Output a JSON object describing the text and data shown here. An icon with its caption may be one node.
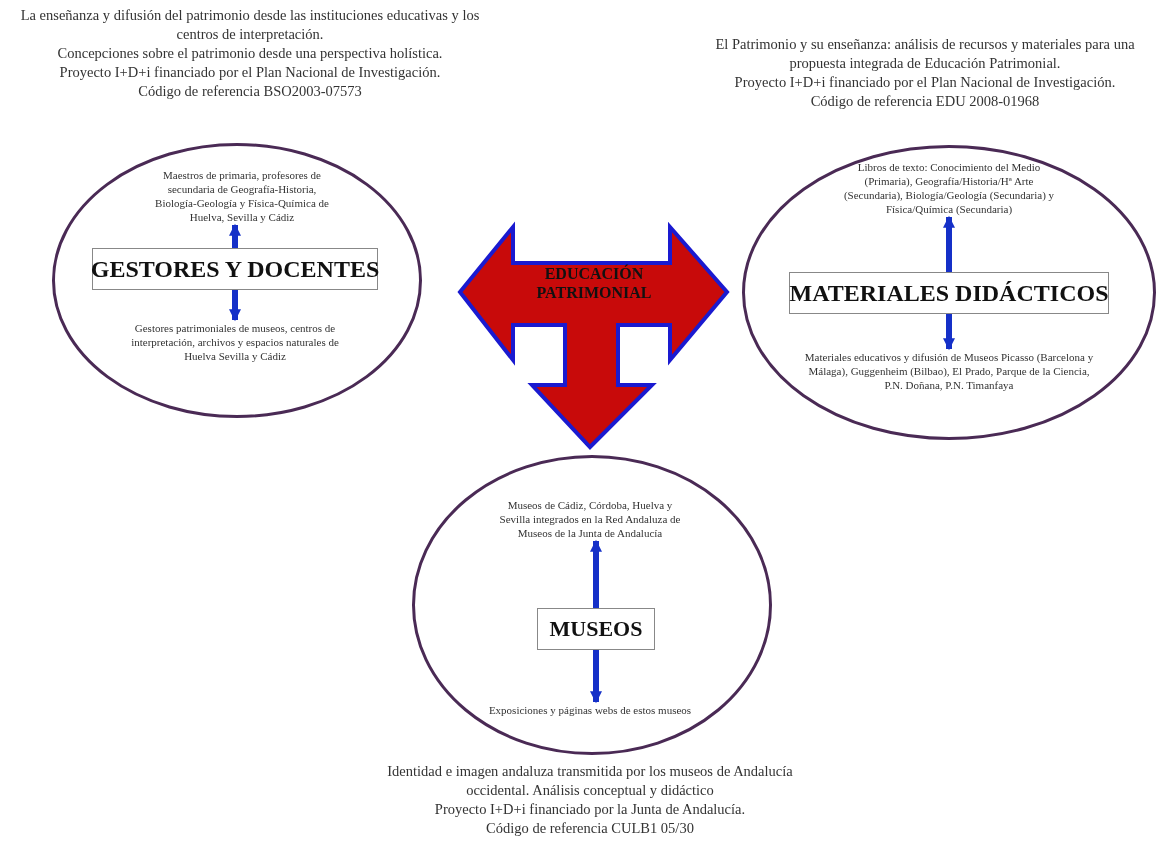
{
  "diagram": {
    "nodes": [
      {
        "text": [],
        "shape": "ellipse"
      },
      {
        "text": [
          "Maestros de primaria, profesores de secundaria de Geografía-Historia, Biología-Geología y Física-Química de Huelva, Sevilla y Cádiz"
        ],
        "in": 0
      },
      {
        "text": [
          "GESTORES Y DOCENTES"
        ],
        "in": 0
      },
      {
        "text": [
          "Gestores patrimoniales de museos, centros de interpretación, archivos y espacios naturales de Huelva Sevilla y Cádiz"
        ],
        "in": 0
      },
      {
        "text": [
          "EDUCACIÓN PATRIMONIAL"
        ]
      },
      {
        "text": [],
        "shape": "ellipse"
      },
      {
        "text": [
          "Libros de texto: Conocimiento del Medio (Primaria), Geografía/Historia/Hª Arte (Secundaria), Biología/Geología (Secundaria) y Física/Química (Secundaria)"
        ],
        "in": 5
      },
      {
        "text": [
          "MATERIALES DIDÁCTICOS"
        ],
        "in": 5
      },
      {
        "text": [
          "Materiales educativos y difusión de Museos Picasso (Barcelona y Málaga), Guggenheim (Bilbao), El Prado, Parque de la Ciencia, P.N. Doñana, P.N. Timanfaya"
        ],
        "in": 5
      },
      {
        "text": [],
        "shape": "ellipse"
      },
      {
        "text": [
          "Museos de Cádiz, Córdoba, Huelva y Sevilla integrados en la Red Andaluza de Museos de la Junta de Andalucía"
        ],
        "in": 9
      },
      {
        "text": [
          "MUSEOS"
        ],
        "in": 9
      },
      {
        "text": [
          "Exposiciones y páginas webs de estos museos"
        ],
        "in": 9
      }
    ],
    "edges": [
      {
        "from": 2,
        "to": 1,
        "arrow": "to"
      },
      {
        "from": 2,
        "to": 3,
        "arrow": "to"
      },
      {
        "from": 7,
        "to": 6,
        "arrow": "to"
      },
      {
        "from": 7,
        "to": 8,
        "arrow": "to"
      },
      {
        "from": 11,
        "to": 10,
        "arrow": "to"
      },
      {
        "from": 11,
        "to": 12,
        "arrow": "to"
      }
    ],
    "labels": [
      "La enseñanza y difusión del patrimonio desde las instituciones educativas y los centros de interpretación.",
      "Concepciones sobre el patrimonio desde una perspectiva holística.",
      "Proyecto I+D+i financiado por el Plan Nacional de Investigación.",
      "Código de referencia BSO2003-07573",
      "El Patrimonio y su enseñanza: análisis de recursos y materiales para una propuesta integrada de Educación Patrimonial.",
      "Proyecto I+D+i financiado por el Plan Nacional de Investigación.",
      "Código de referencia EDU 2008-01968",
      "Identidad e imagen andaluza transmitida por los museos de Andalucía occidental. Análisis conceptual y didáctico",
      "Proyecto I+D+i financiado por la Junta de Andalucía.",
      "Código de referencia CULB1 05/30"
    ]
  }
}
